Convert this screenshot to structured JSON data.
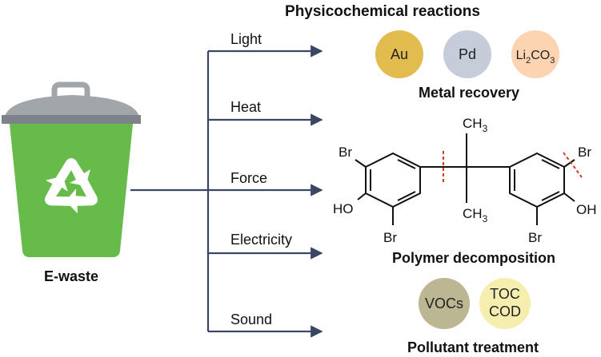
{
  "title": "Physicochemical reactions",
  "source": {
    "label": "E-waste"
  },
  "stimuli": [
    "Light",
    "Heat",
    "Force",
    "Electricity",
    "Sound"
  ],
  "metal_recovery": {
    "label": "Metal recovery",
    "items": [
      {
        "text": "Au",
        "color": "#e3bc4f"
      },
      {
        "text": "Pd",
        "color": "#c6ccd9"
      },
      {
        "text": "Li",
        "sub1": "2",
        "text2": "CO",
        "sub2": "3",
        "color": "#fcd4b2"
      }
    ]
  },
  "polymer": {
    "label": "Polymer decomposition",
    "atoms": {
      "br": "Br",
      "ho": "HO",
      "oh": "OH",
      "ch3_top": "CH",
      "ch3_sub": "3"
    }
  },
  "pollutant": {
    "label": "Pollutant treatment",
    "items": [
      {
        "line1": "VOCs",
        "color": "#bcb693"
      },
      {
        "line1": "TOC",
        "line2": "COD",
        "color": "#f6eeaf"
      }
    ]
  },
  "colors": {
    "arrow": "#3a4663",
    "bin": "#66bb4a",
    "lid": "#a1a6ab",
    "lid_rim": "#7d8388",
    "cut": "#d23c2c"
  }
}
